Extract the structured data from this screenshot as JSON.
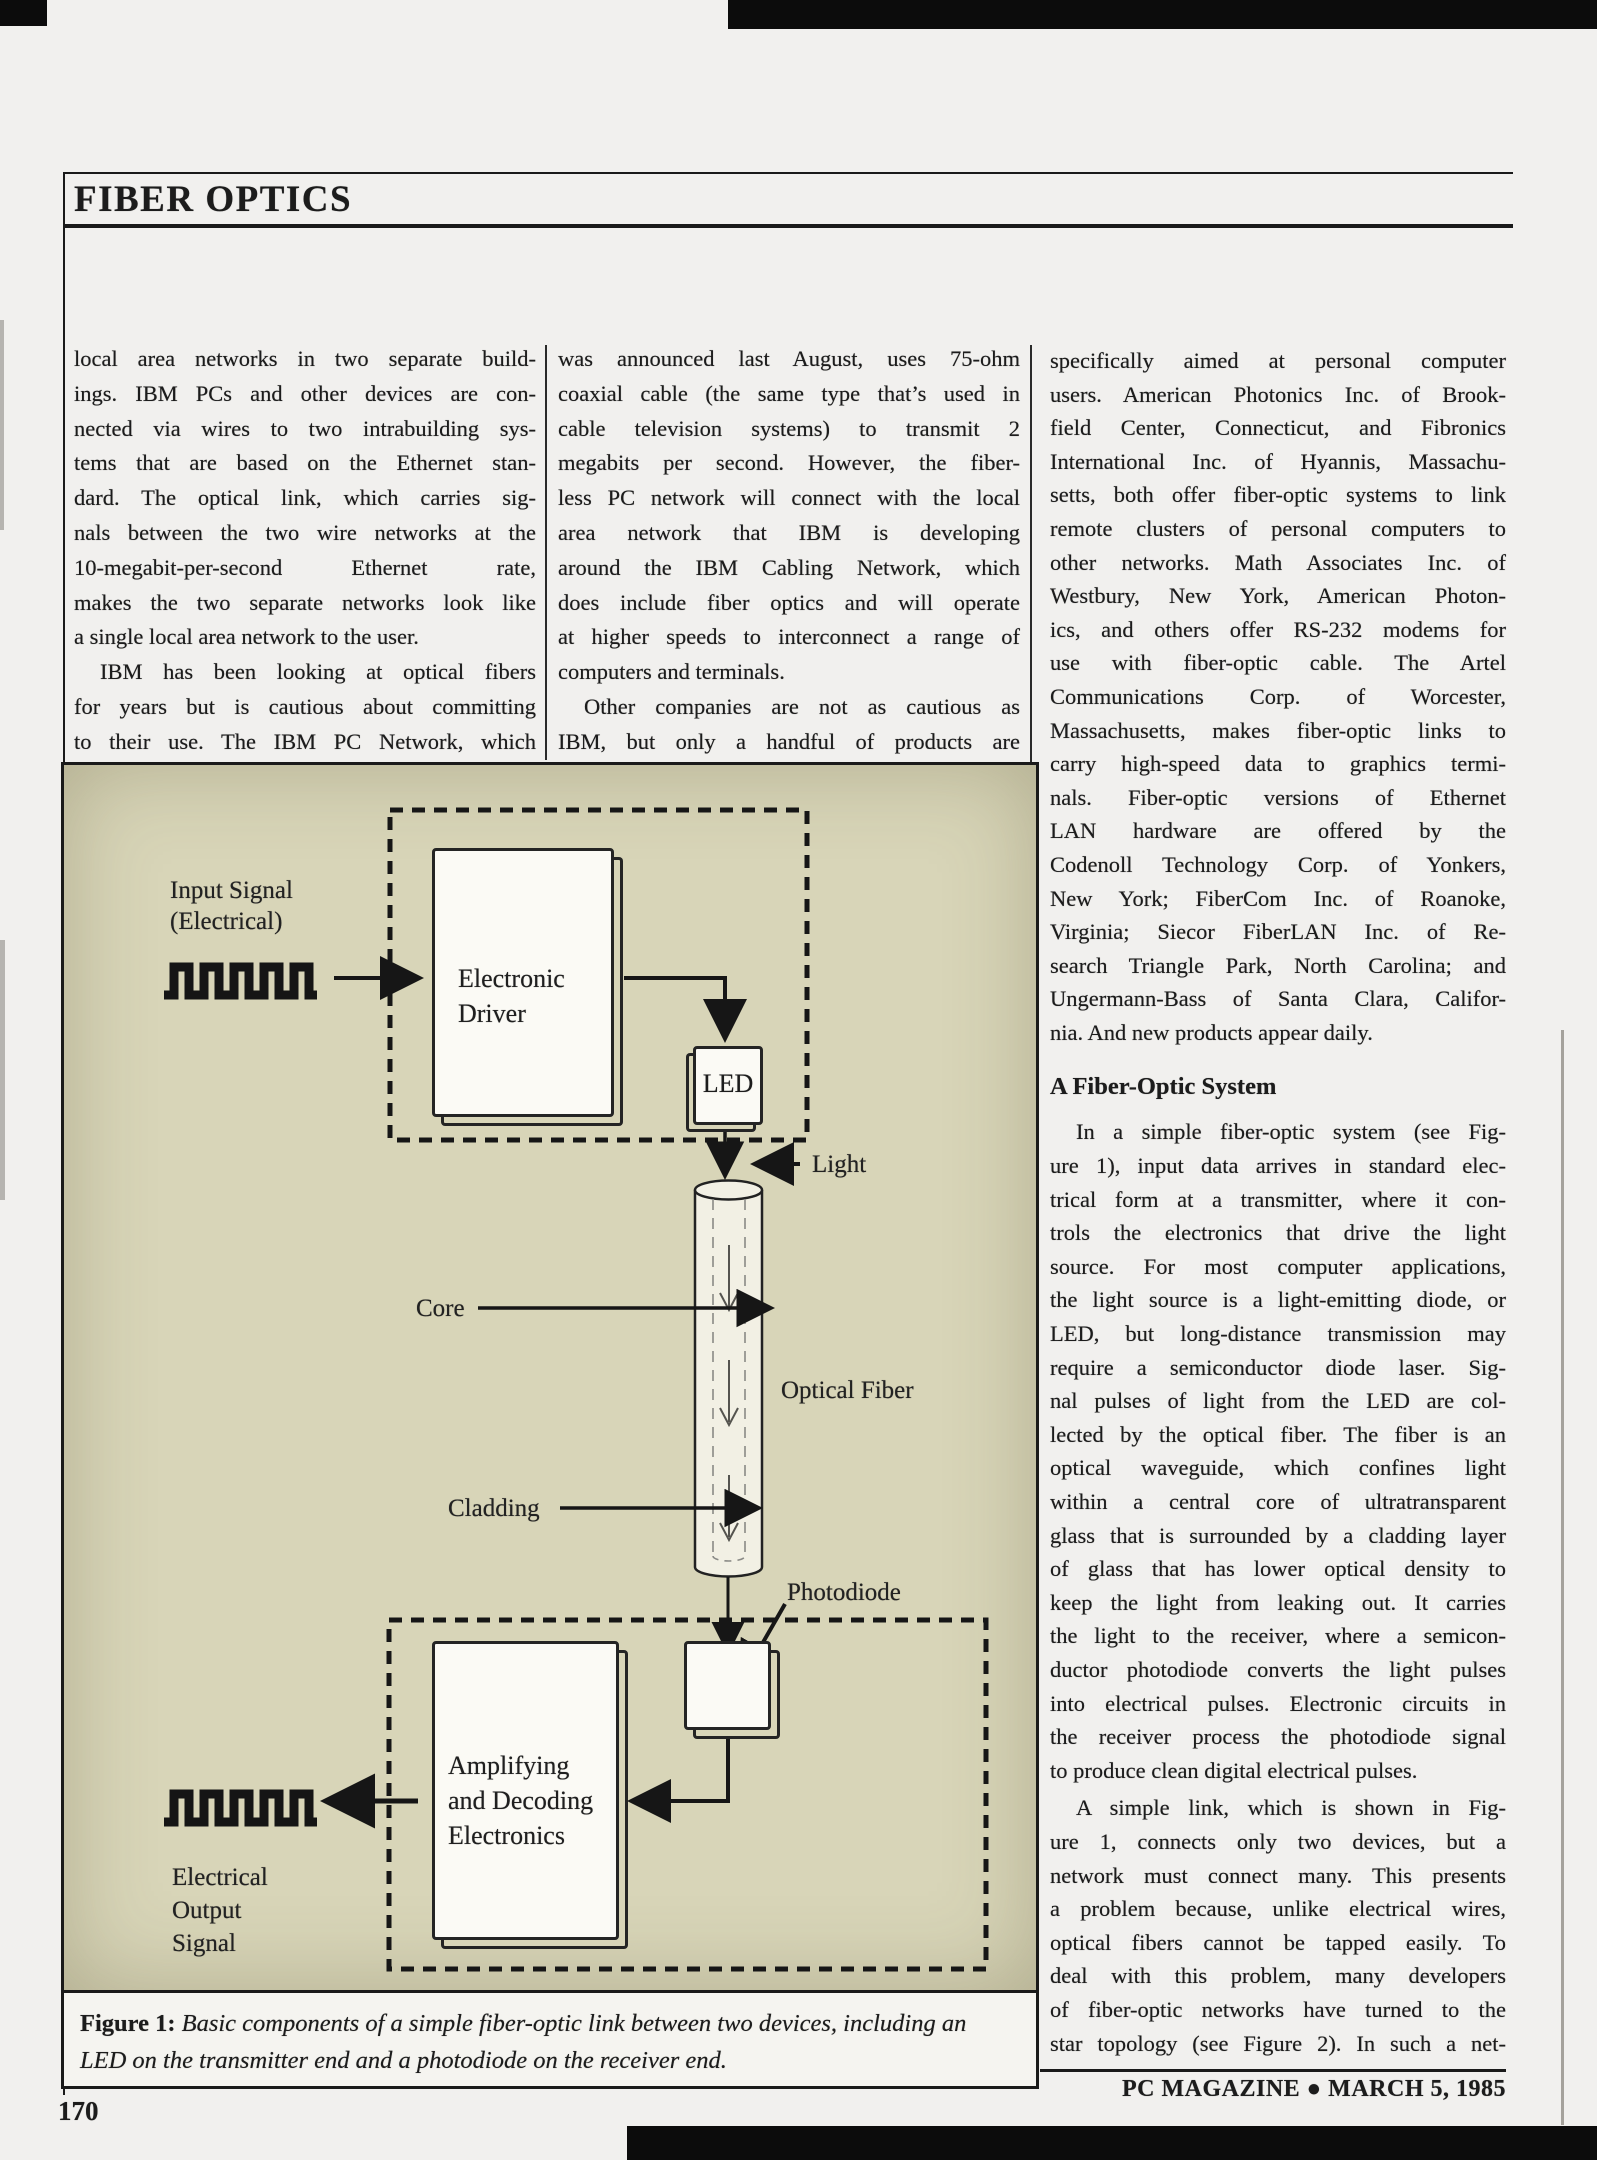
{
  "masthead": {
    "section_title": "FIBER OPTICS"
  },
  "footer": {
    "page_number": "170",
    "magazine": "PC MAGAZINE ● MARCH 5, 1985"
  },
  "columns": {
    "col1": {
      "lines": [
        {
          "text": "local area networks in two separate build-"
        },
        {
          "text": "ings. IBM PCs and other devices are con-"
        },
        {
          "text": "nected via wires to two intrabuilding sys-"
        },
        {
          "text": "tems that are based on the Ethernet stan-"
        },
        {
          "text": "dard. The optical link, which carries sig-"
        },
        {
          "text": "nals between the two wire networks at the"
        },
        {
          "text": "10-megabit-per-second Ethernet rate,"
        },
        {
          "text": "makes the two separate networks look like"
        },
        {
          "text": "a single local area network to the user.",
          "last": true
        },
        {
          "text": "IBM has been looking at optical fibers",
          "indent": true
        },
        {
          "text": "for years but is cautious about committing"
        },
        {
          "text": "to their use. The IBM PC Network, which"
        }
      ]
    },
    "col2": {
      "lines": [
        {
          "text": "was announced last August, uses 75-ohm"
        },
        {
          "text": "coaxial cable (the same type that’s used in"
        },
        {
          "text": "cable television systems) to transmit 2"
        },
        {
          "text": "megabits per second. However, the fiber-"
        },
        {
          "text": "less PC network will connect with the local"
        },
        {
          "text": "area network that IBM is developing"
        },
        {
          "text": "around the IBM Cabling Network, which"
        },
        {
          "text": "does include fiber optics and will operate"
        },
        {
          "text": "at higher speeds to interconnect a range of"
        },
        {
          "text": "computers and terminals.",
          "last": true
        },
        {
          "text": "Other companies are not as cautious as",
          "indent": true
        },
        {
          "text": "IBM, but only a handful of products are"
        }
      ]
    },
    "col3": {
      "part1": {
        "lines": [
          {
            "text": "specifically aimed at personal computer"
          },
          {
            "text": "users. American Photonics Inc. of Brook-"
          },
          {
            "text": "field Center, Connecticut, and Fibronics"
          },
          {
            "text": "International Inc. of Hyannis, Massachu-"
          },
          {
            "text": "setts, both offer fiber-optic systems to link"
          },
          {
            "text": "remote clusters of personal computers to"
          },
          {
            "text": "other networks. Math Associates Inc. of"
          },
          {
            "text": "Westbury, New York, American Photon-"
          },
          {
            "text": "ics, and others offer RS-232 modems for"
          },
          {
            "text": "use with fiber-optic cable. The Artel"
          },
          {
            "text": "Communications Corp. of Worcester,"
          },
          {
            "text": "Massachusetts, makes fiber-optic links to"
          },
          {
            "text": "carry high-speed data to graphics termi-"
          },
          {
            "text": "nals. Fiber-optic versions of Ethernet"
          },
          {
            "text": "LAN hardware are offered by the"
          },
          {
            "text": "Codenoll Technology Corp. of Yonkers,"
          },
          {
            "text": "New York; FiberCom Inc. of Roanoke,"
          },
          {
            "text": "Virginia; Siecor FiberLAN Inc. of Re-"
          },
          {
            "text": "search Triangle Park, North Carolina; and"
          },
          {
            "text": "Ungermann-Bass of Santa Clara, Califor-"
          },
          {
            "text": "nia. And new products appear daily.",
            "last": true
          }
        ]
      },
      "heading": "A Fiber-Optic System",
      "part2": {
        "lines": [
          {
            "text": "In a simple fiber-optic system (see Fig-",
            "indent": true
          },
          {
            "text": "ure 1), input data arrives in standard elec-"
          },
          {
            "text": "trical form at a transmitter, where it con-"
          },
          {
            "text": "trols the electronics that drive the light"
          },
          {
            "text": "source. For most computer applications,"
          },
          {
            "text": "the light source is a light-emitting diode, or"
          },
          {
            "text": "LED, but long-distance transmission may"
          },
          {
            "text": "require a semiconductor diode laser. Sig-"
          },
          {
            "text": "nal pulses of light from the LED are col-"
          },
          {
            "text": "lected by the optical fiber. The fiber is an"
          },
          {
            "text": "optical waveguide, which confines light"
          },
          {
            "text": "within a central core of ultratransparent"
          },
          {
            "text": "glass that is surrounded by a cladding layer"
          },
          {
            "text": "of glass that has lower optical density to"
          },
          {
            "text": "keep the light from leaking out. It carries"
          },
          {
            "text": "the light to the receiver, where a semicon-"
          },
          {
            "text": "ductor photodiode converts the light pulses"
          },
          {
            "text": "into electrical pulses. Electronic circuits in"
          },
          {
            "text": "the receiver process the photodiode signal"
          },
          {
            "text": "to produce clean digital electrical pulses.",
            "last": true
          }
        ]
      },
      "part3": {
        "lines": [
          {
            "text": "A simple link, which is shown in Fig-",
            "indent": true
          },
          {
            "text": "ure 1, connects only two devices, but a"
          },
          {
            "text": "network must connect many. This presents"
          },
          {
            "text": "a problem because, unlike electrical wires,"
          },
          {
            "text": "optical fibers cannot be tapped easily. To"
          },
          {
            "text": "deal with this problem, many developers"
          },
          {
            "text": "of fiber-optic networks have turned to the"
          },
          {
            "text": "star topology (see Figure 2). In such a net-"
          }
        ]
      }
    }
  },
  "figure": {
    "labels": {
      "input": "Input Signal\n(Electrical)",
      "light": "Light",
      "core": "Core",
      "optical_fiber": "Optical Fiber",
      "cladding": "Cladding",
      "photodiode": "Photodiode",
      "output": "Electrical\nOutput\nSignal"
    },
    "boxes": {
      "driver": "Electronic\nDriver",
      "led": "LED",
      "amplifier": "Amplifying\nand Decoding\nElectronics"
    },
    "caption": {
      "label": "Figure 1:",
      "text": " Basic components of a simple fiber-optic link between two devices, including an LED on the transmitter end and a photodiode on the receiver end."
    }
  }
}
